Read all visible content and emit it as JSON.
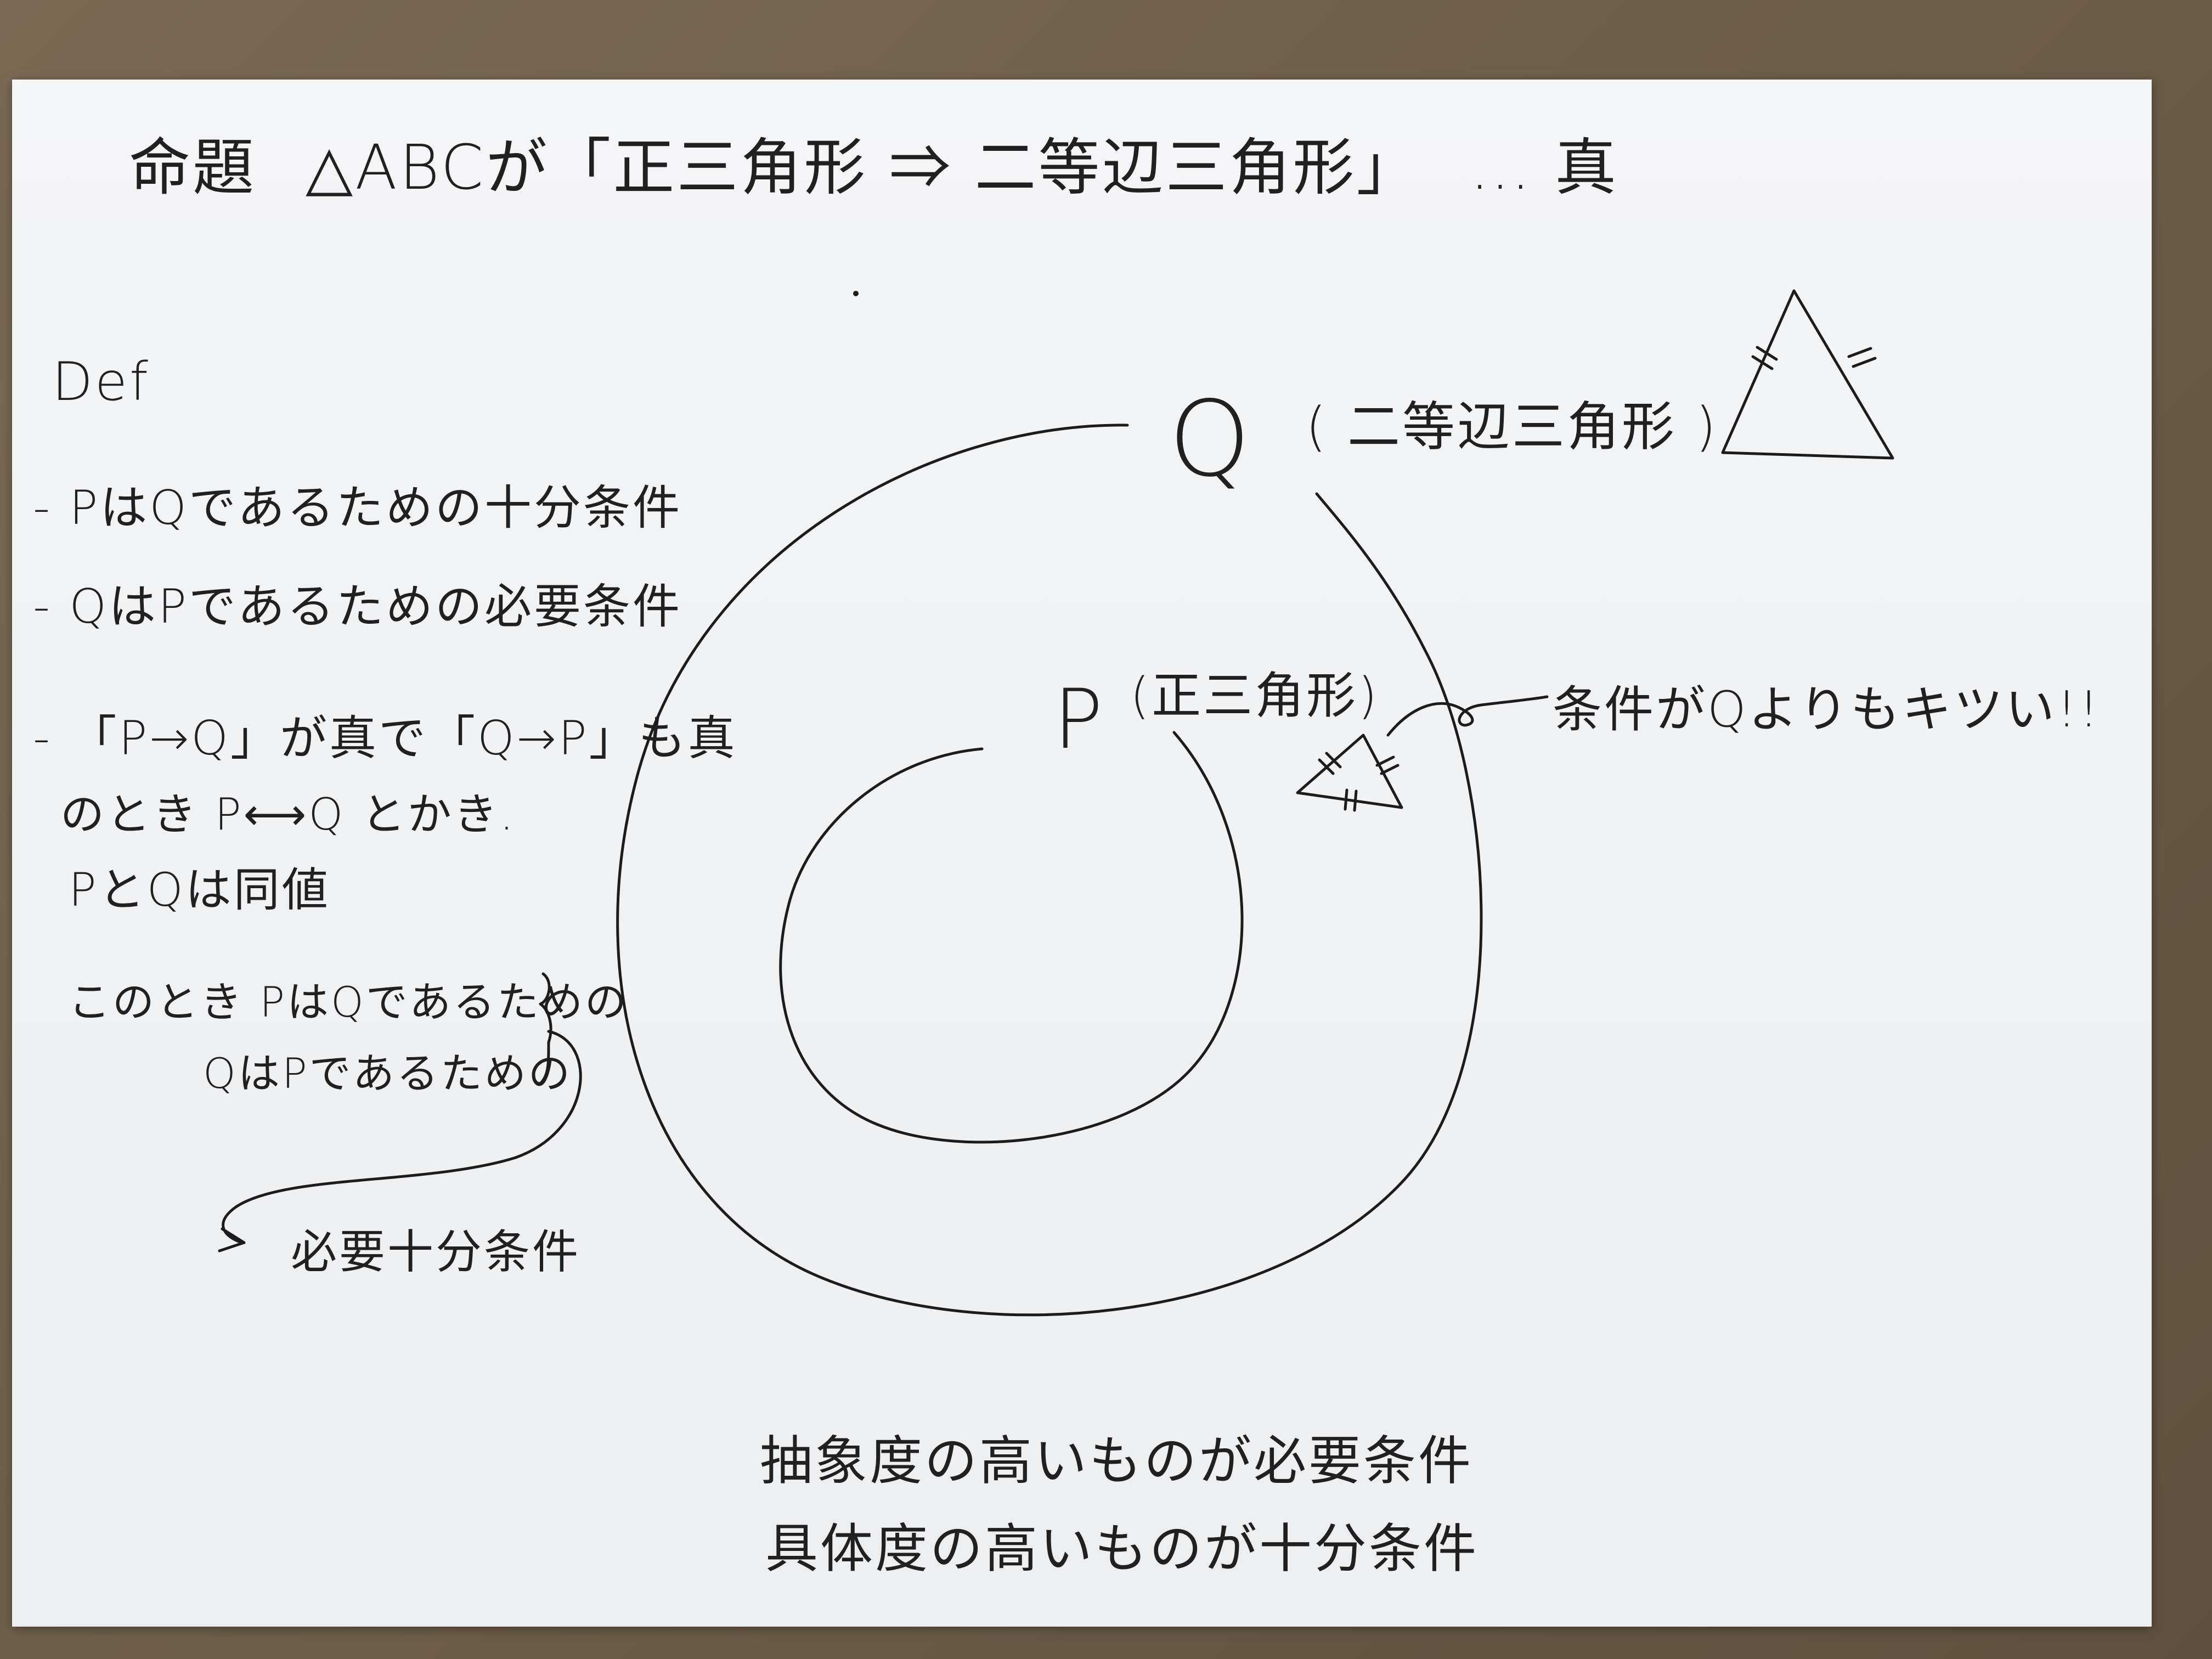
{
  "title": {
    "label": "命題",
    "proposition": "△ABCが「正三角形 ⇒ 二等辺三角形」",
    "verdict": "… 真"
  },
  "definitions": {
    "heading": "Def",
    "item1": "- PはQであるための十分条件",
    "item2": "- QはPであるための必要条件",
    "item3_line1": "- 「P→Q」が真で「Q→P」も真",
    "item3_line2": "のとき P⟷Q とかき.",
    "item3_line3": "PとQは同値",
    "then_line1": "このとき PはQであるための",
    "then_line2": "QはPであるための",
    "result": "必要十分条件"
  },
  "diagram": {
    "outer_label": "Q",
    "outer_desc": "( 二等辺三角形 )",
    "inner_label": "P",
    "inner_desc": "(正三角形)",
    "note": "条件がQよりもキツい!!"
  },
  "conclusion": {
    "line1": "抽象度の高いものが必要条件",
    "line2": "具体度の高いものが十分条件"
  }
}
